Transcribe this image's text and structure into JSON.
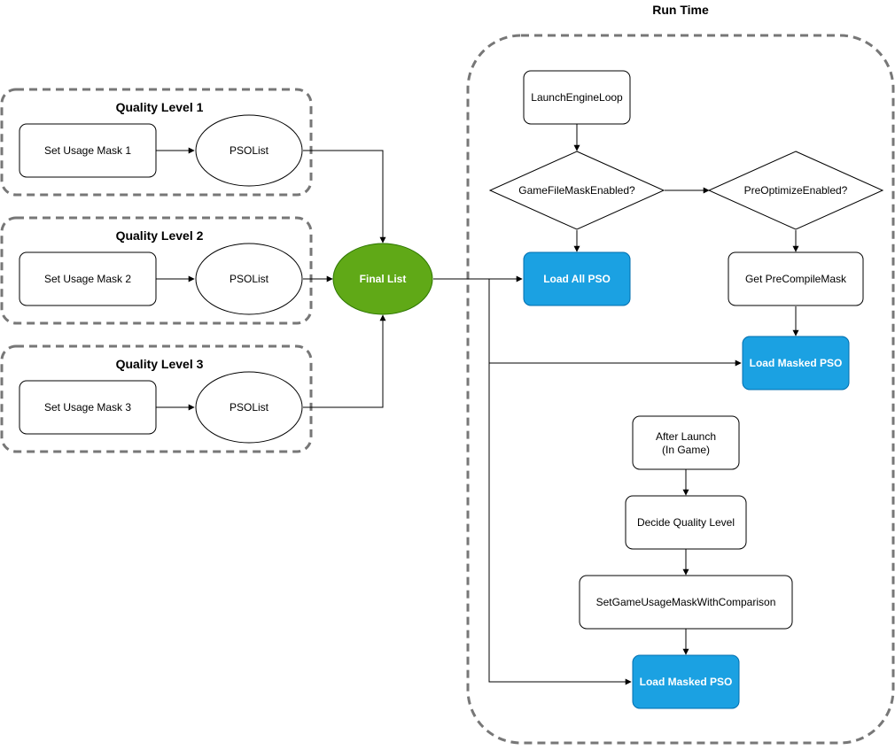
{
  "groups": {
    "quality1": "Quality Level 1",
    "quality2": "Quality Level 2",
    "quality3": "Quality Level 3",
    "runtime": "Run Time"
  },
  "nodes": {
    "set_mask_1": "Set Usage Mask 1",
    "set_mask_2": "Set Usage Mask 2",
    "set_mask_3": "Set Usage Mask 3",
    "psolist_1": "PSOList",
    "psolist_2": "PSOList",
    "psolist_3": "PSOList",
    "final_list": "Final List",
    "launch_engine_loop": "LaunchEngineLoop",
    "game_file_mask_enabled": "GameFileMaskEnabled?",
    "pre_optimize_enabled": "PreOptimizeEnabled?",
    "load_all_pso": "Load All PSO",
    "get_precompile_mask": "Get PreCompileMask",
    "load_masked_pso_1": "Load Masked PSO",
    "after_launch_line1": "After Launch",
    "after_launch_line2": "(In Game)",
    "decide_quality_level": "Decide Quality Level",
    "set_game_usage_mask": "SetGameUsageMaskWithComparison",
    "load_masked_pso_2": "Load Masked PSO"
  },
  "colors": {
    "final_list_fill": "#60a917",
    "final_list_stroke": "#2d7600",
    "blue_fill": "#1ba1e2",
    "blue_stroke": "#006eaf",
    "container_stroke": "#777777"
  }
}
